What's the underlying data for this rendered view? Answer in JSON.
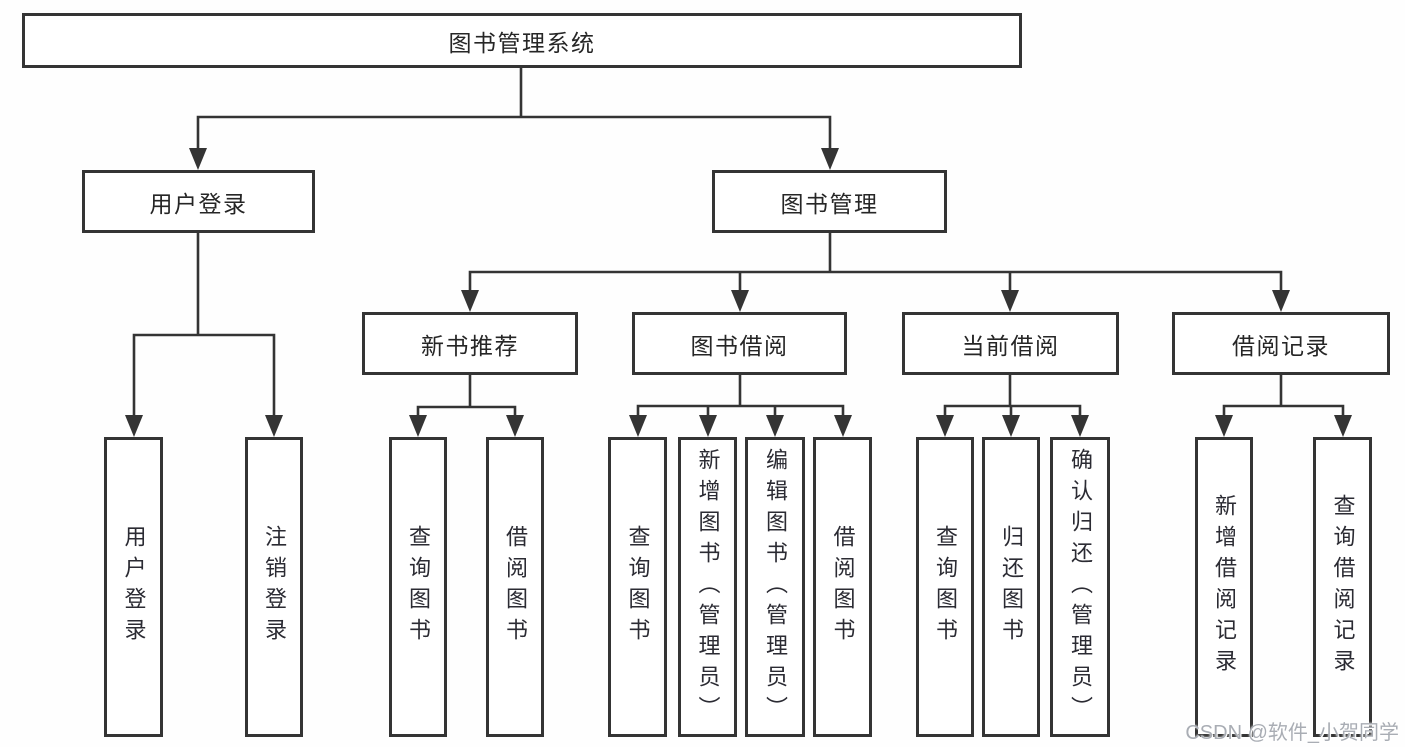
{
  "diagram": {
    "type": "hierarchy",
    "root": {
      "label": "图书管理系统",
      "children": [
        {
          "label": "用户登录",
          "children": [
            {
              "label": "用户登录"
            },
            {
              "label": "注销登录"
            }
          ]
        },
        {
          "label": "图书管理",
          "children": [
            {
              "label": "新书推荐",
              "children": [
                {
                  "label": "查询图书"
                },
                {
                  "label": "借阅图书"
                }
              ]
            },
            {
              "label": "图书借阅",
              "children": [
                {
                  "label": "查询图书"
                },
                {
                  "label": "新增图书（管理员）"
                },
                {
                  "label": "编辑图书（管理员）"
                },
                {
                  "label": "借阅图书"
                }
              ]
            },
            {
              "label": "当前借阅",
              "children": [
                {
                  "label": "查询图书"
                },
                {
                  "label": "归还图书"
                },
                {
                  "label": "确认归还（管理员）"
                }
              ]
            },
            {
              "label": "借阅记录",
              "children": [
                {
                  "label": "新增借阅记录"
                },
                {
                  "label": "查询借阅记录"
                }
              ]
            }
          ]
        }
      ]
    }
  },
  "watermark": {
    "text": "CSDN @软件_小贺同学"
  },
  "colors": {
    "line": "#343434",
    "box_border": "#343434",
    "text": "#262626",
    "watermark": "#a9adb4",
    "background": "#ffffff"
  }
}
